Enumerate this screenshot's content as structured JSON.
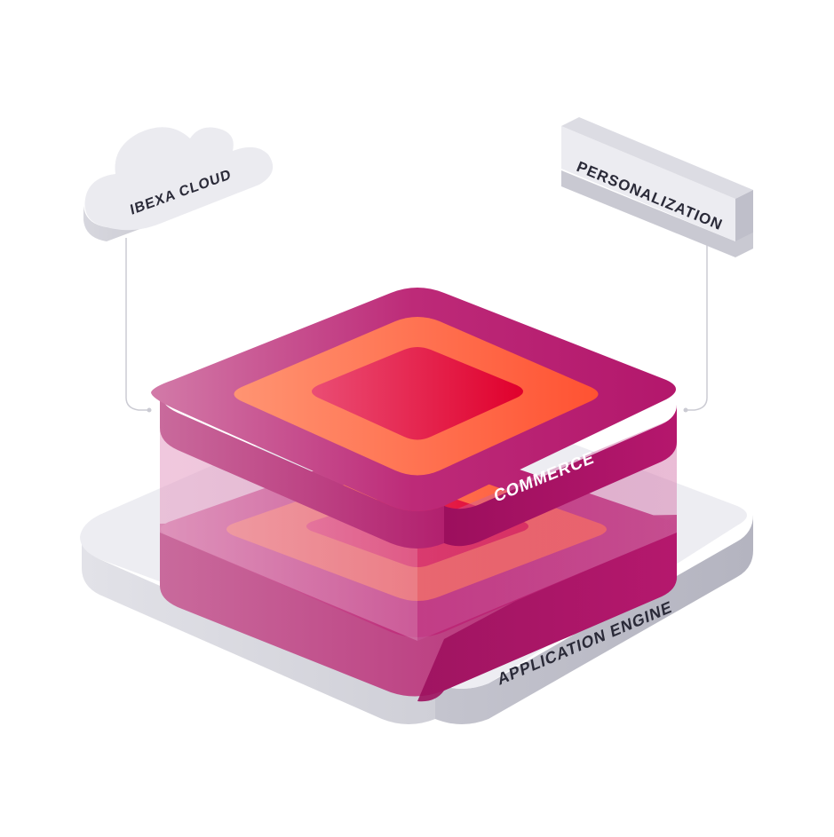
{
  "labels": {
    "cloud": "IBEXA CLOUD",
    "personalization": "PERSONALIZATION",
    "commerce": "COMMERCE",
    "engine": "APPLICATION ENGINE"
  },
  "colors": {
    "base_top": "#ececf1",
    "base_side_left": "#d9d9e0",
    "base_side_right": "#c9c9d2",
    "magenta_light": "#d06a9e",
    "magenta": "#b0186b",
    "magenta_dark": "#8e1056",
    "orange_light": "#ff8b6a",
    "orange": "#ff5a33",
    "red": "#e3002f",
    "pink_glass": "#e8a6cd",
    "label_text_dark": "#2a2a38",
    "label_text_light": "#ffffff",
    "connector": "#c9c9d2"
  }
}
